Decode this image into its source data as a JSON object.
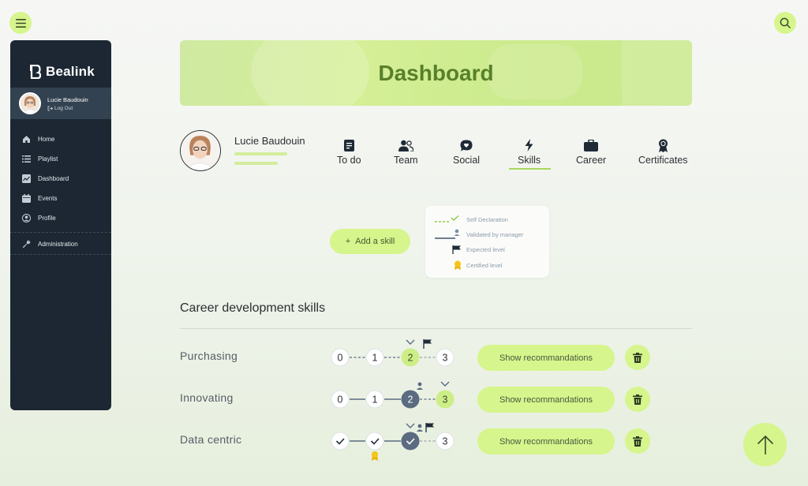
{
  "brand": {
    "name": "Bealink"
  },
  "user": {
    "name": "Lucie Baudouin",
    "logout": "Log Out"
  },
  "sidebar": {
    "items": [
      {
        "label": "Home",
        "icon": "home-icon"
      },
      {
        "label": "Playlist",
        "icon": "list-icon"
      },
      {
        "label": "Dashboard",
        "icon": "chart-icon"
      },
      {
        "label": "Events",
        "icon": "calendar-icon"
      },
      {
        "label": "Profile",
        "icon": "user-circle-icon"
      }
    ],
    "admin": {
      "label": "Administration",
      "icon": "wrench-icon"
    }
  },
  "banner": {
    "title": "Dashboard"
  },
  "profile": {
    "name": "Lucie Baudouin"
  },
  "tabs": [
    {
      "label": "To do",
      "icon": "note-icon"
    },
    {
      "label": "Team",
      "icon": "team-icon"
    },
    {
      "label": "Social",
      "icon": "chat-icon"
    },
    {
      "label": "Skills",
      "icon": "bolt-icon",
      "active": true
    },
    {
      "label": "Career",
      "icon": "briefcase-icon"
    },
    {
      "label": "Certificates",
      "icon": "award-icon"
    }
  ],
  "actions": {
    "add_skill": "Add a skill",
    "add_icon": "+"
  },
  "legend": {
    "self": "Self Declaration",
    "manager": "Validated by manager",
    "expected": "Expected level",
    "certified": "Certified level"
  },
  "section": {
    "title": "Career development skills"
  },
  "skills": [
    {
      "name": "Purchasing",
      "levels": [
        "0",
        "1",
        "2",
        "3"
      ],
      "self": 2,
      "manager": null,
      "expected": 2,
      "certified": null,
      "recommend": "Show recommandations"
    },
    {
      "name": "Innovating",
      "levels": [
        "0",
        "1",
        "2",
        "3"
      ],
      "self": 3,
      "manager": 2,
      "expected": null,
      "certified": null,
      "recommend": "Show recommandations"
    },
    {
      "name": "Data centric",
      "levels": [
        "0",
        "1",
        "2",
        "3"
      ],
      "self": 2,
      "manager": 2,
      "expected": 2,
      "certified": 1,
      "recommend": "Show recommandations"
    }
  ],
  "colors": {
    "accent": "#d6f58c",
    "sidebar": "#1c2733",
    "manager": "#5b6b80",
    "self": "#8fc64a"
  }
}
